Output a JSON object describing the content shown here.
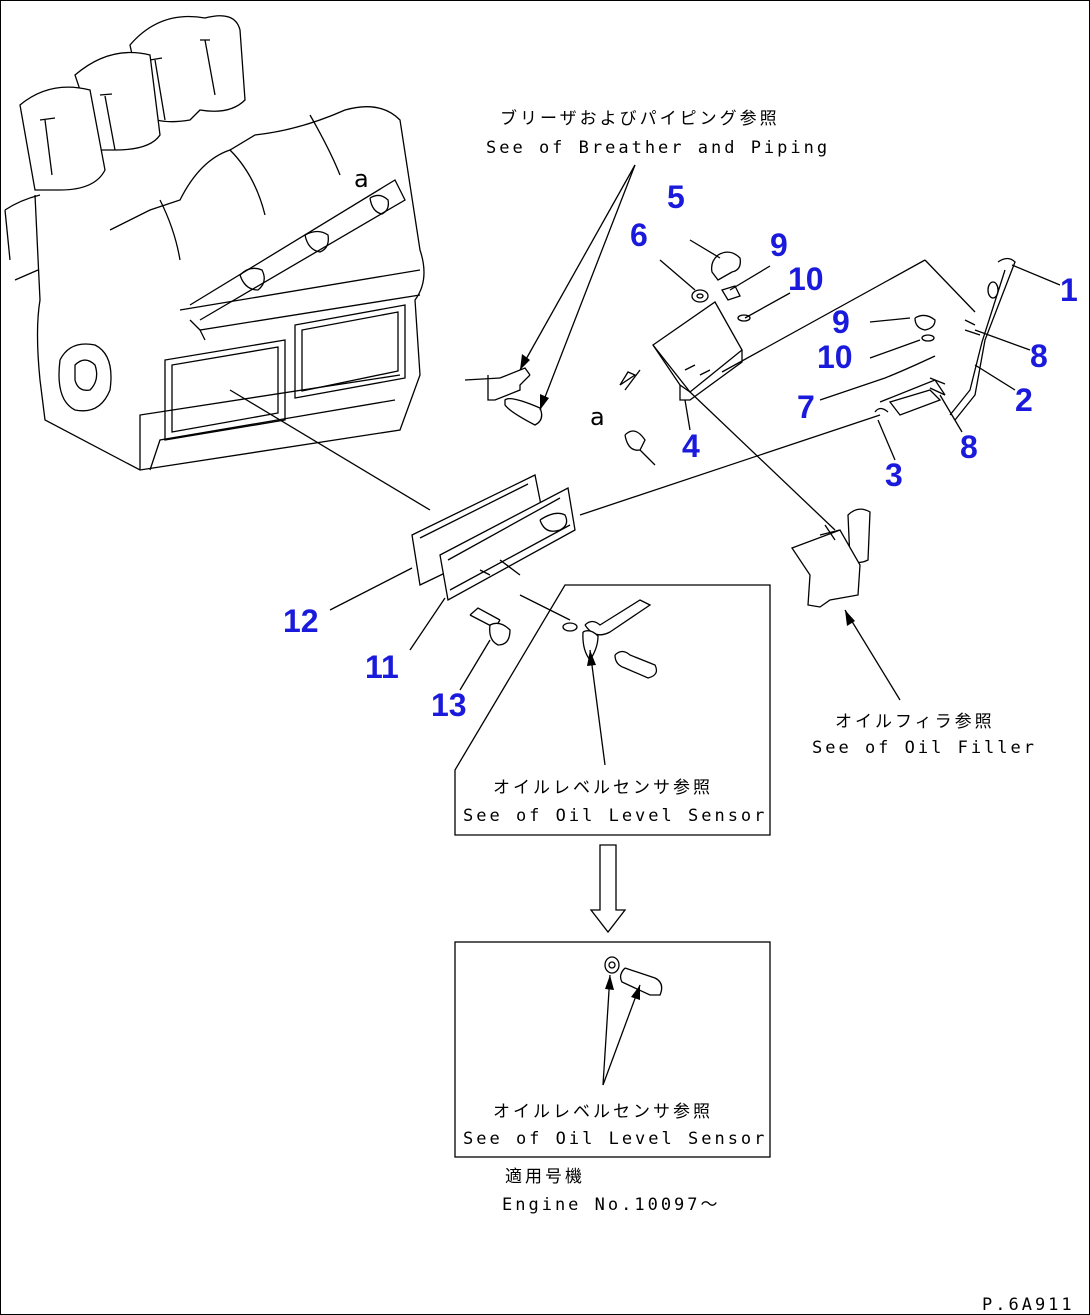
{
  "references": {
    "breather_jp": "ブリーザおよびパイピング参照",
    "breather_en": "See of Breather and Piping",
    "oil_filler_jp": "オイルフィラ参照",
    "oil_filler_en": "See of Oil Filler",
    "oil_level_jp": "オイルレベルセンサ参照",
    "oil_level_en": "See of Oil Level Sensor",
    "oil_level2_jp": "オイルレベルセンサ参照",
    "oil_level2_en": "See of Oil Level Sensor",
    "applicable_jp": "適用号機",
    "applicable_en": "Engine No.10097〜"
  },
  "callouts": {
    "c1": "1",
    "c2": "2",
    "c3": "3",
    "c4": "4",
    "c5": "5",
    "c6": "6",
    "c7": "7",
    "c8a": "8",
    "c8b": "8",
    "c9a": "9",
    "c9b": "9",
    "c10a": "10",
    "c10b": "10",
    "c11": "11",
    "c12": "12",
    "c13": "13"
  },
  "markers": {
    "a1": "a",
    "a2": "a"
  },
  "drawing_code": "P.6A911",
  "colors": {
    "callout": "#1a1adc",
    "line": "#000000"
  }
}
